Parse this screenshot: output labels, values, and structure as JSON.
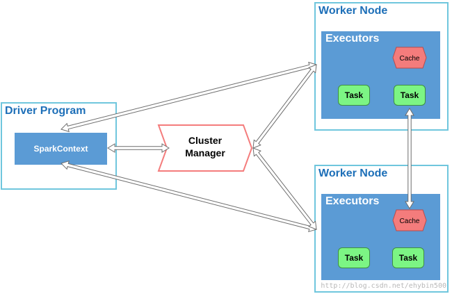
{
  "driver": {
    "title": "Driver Program",
    "context_label": "SparkContext"
  },
  "cluster_manager": {
    "line1": "Cluster",
    "line2": "Manager"
  },
  "worker_top": {
    "title": "Worker Node",
    "executors_label": "Executors",
    "cache_label": "Cache",
    "task1": "Task",
    "task2": "Task"
  },
  "worker_bottom": {
    "title": "Worker Node",
    "executors_label": "Executors",
    "cache_label": "Cache",
    "task1": "Task",
    "task2": "Task"
  },
  "watermark": "http://blog.csdn.net/ehybin500",
  "colors": {
    "frame_border": "#6fc6dd",
    "title": "#1d6fb8",
    "executor_bg": "#5b9bd5",
    "task_bg": "#7cf584",
    "cache_bg": "#f47c7c",
    "cluster_manager_border": "#f47c7c"
  }
}
